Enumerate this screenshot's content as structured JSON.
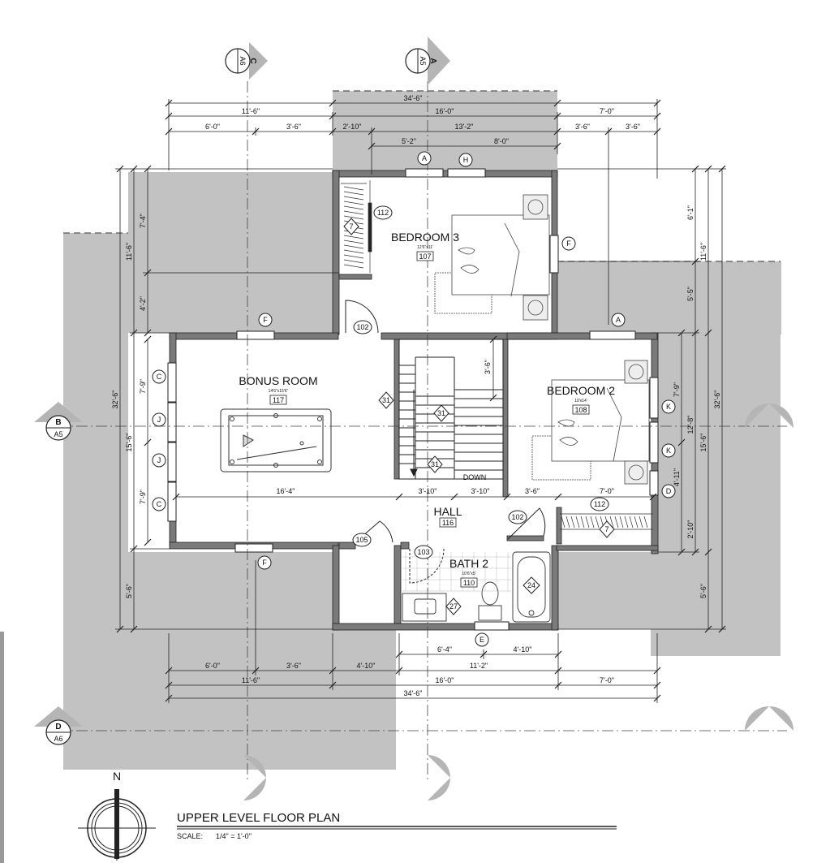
{
  "title": {
    "main": "UPPER LEVEL FLOOR PLAN",
    "scale_label": "SCALE:",
    "scale_value": "1/4\" = 1'-0\""
  },
  "north": "N",
  "section_markers": [
    {
      "letter": "C",
      "sheet": "A6"
    },
    {
      "letter": "A",
      "sheet": "A5"
    },
    {
      "letter": "B",
      "sheet": "A5"
    },
    {
      "letter": "D",
      "sheet": "A6"
    }
  ],
  "rooms": {
    "bedroom3": {
      "name": "BEDROOM 3",
      "size": "12'6\"x11'",
      "number": "107"
    },
    "bonus": {
      "name": "BONUS ROOM",
      "size": "14'6\"x15'6\"",
      "number": "117"
    },
    "bedroom2": {
      "name": "BEDROOM 2",
      "size": "10'x14'",
      "number": "108"
    },
    "hall": {
      "name": "HALL",
      "number": "116"
    },
    "bath2": {
      "name": "BATH 2",
      "size": "10'6\"x5'",
      "number": "110"
    }
  },
  "door_tags": {
    "d102a": "102",
    "d102b": "102",
    "d103": "103",
    "d105": "105",
    "d112a": "112",
    "d112b": "112"
  },
  "diamond_tags": {
    "closet3": "7",
    "closet2": "7",
    "stair_a": "31",
    "stair_b": "31",
    "stair_c": "31",
    "sink": "27",
    "tub": "24"
  },
  "window_tags": {
    "top_a": "A",
    "top_h": "H",
    "right_f": "F",
    "bonus_f_top": "F",
    "bed2_a": "A",
    "left_c1": "C",
    "left_j1": "J",
    "left_j2": "J",
    "left_c2": "C",
    "right_k1": "K",
    "right_k2": "K",
    "right_d": "D",
    "bottom_f": "F",
    "bottom_e": "E"
  },
  "stair_label": "DOWN",
  "dimensions": {
    "top_overall": "34'-6\"",
    "top_left": "11'-6\"",
    "top_mid": "16'-0\"",
    "top_right": "7'-0\"",
    "top_6_0": "6'-0\"",
    "top_3_6a": "3'-6\"",
    "top_2_10": "2'-10\"",
    "top_13_2": "13'-2\"",
    "top_3_6b": "3'-6\"",
    "top_3_6c": "3'-6\"",
    "top_5_2": "5'-2\"",
    "top_8_0": "8'-0\"",
    "left_overall": "32'-6\"",
    "left_11_6": "11'-6\"",
    "left_15_6": "15'-6\"",
    "left_5_6": "5'-6\"",
    "left_7_4": "7'-4\"",
    "left_4_2": "4'-2\"",
    "left_7_9a": "7'-9\"",
    "left_7_9b": "7'-9\"",
    "right_overall": "32'-6\"",
    "right_11_6": "11'-6\"",
    "right_15_6": "15'-6\"",
    "right_5_6": "5'-6\"",
    "right_6_1": "6'-1\"",
    "right_5_5": "5'-5\"",
    "right_7_9": "7'-9\"",
    "right_12_8": "12'-8\"",
    "right_4_11": "4'-11\"",
    "right_2_10": "2'-10\"",
    "stair_3_6": "3'-6\"",
    "in_16_4": "16'-4\"",
    "in_3_10a": "3'-10\"",
    "in_3_10b": "3'-10\"",
    "in_3_6": "3'-6\"",
    "in_7_0": "7'-0\"",
    "bot_6_4": "6'-4\"",
    "bot_4_10a": "4'-10\"",
    "bot_6_0": "6'-0\"",
    "bot_3_6": "3'-6\"",
    "bot_4_10b": "4'-10\"",
    "bot_11_2": "11'-2\"",
    "bot_11_6": "11'-6\"",
    "bot_16_0": "16'-0\"",
    "bot_7_0": "7'-0\"",
    "bot_overall": "34'-6\""
  },
  "colors": {
    "roof_gray": "#c2c2c2",
    "wall": "#7a7a7a",
    "line": "#111111"
  }
}
